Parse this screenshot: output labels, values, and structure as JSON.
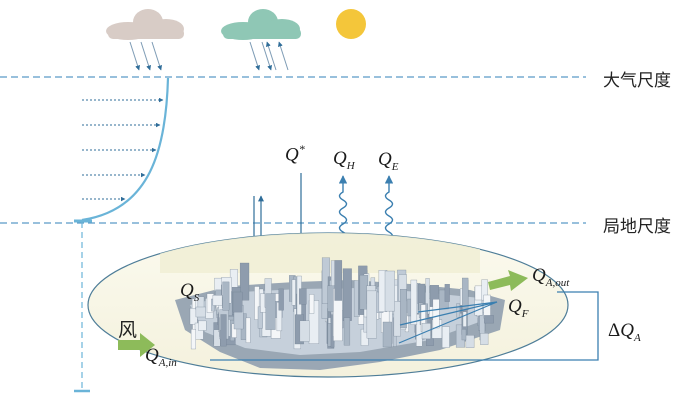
{
  "scales": {
    "atmospheric": "大气尺度",
    "local": "局地尺度"
  },
  "wind": "风",
  "fluxes": {
    "net_radiation": {
      "base": "Q",
      "sup": "*"
    },
    "sensible": {
      "base": "Q",
      "sub": "H"
    },
    "latent": {
      "base": "Q",
      "sub": "E"
    },
    "storage": {
      "base": "Q",
      "sub": "S"
    },
    "anthropogenic": {
      "base": "Q",
      "sub": "F"
    },
    "advection_out": {
      "base": "Q",
      "sub": "A,out"
    },
    "advection_in": {
      "base": "Q",
      "sub": "A,in"
    },
    "delta_advection": {
      "delta": "Δ",
      "base": "Q",
      "sub": "A"
    }
  },
  "icons": {
    "rain_cloud": "rain-cloud-icon",
    "updraft_cloud": "updraft-cloud-icon",
    "sun": "sun-icon"
  },
  "colors": {
    "dashed_line": "#5b9bc8",
    "profile": "#6ab4d8",
    "arrows": "#2f6d99",
    "cloud_gray": "#d8ccc6",
    "cloud_green": "#8fc7b5",
    "sun": "#f4c63a",
    "green_arrow": "#8dbb5a"
  }
}
